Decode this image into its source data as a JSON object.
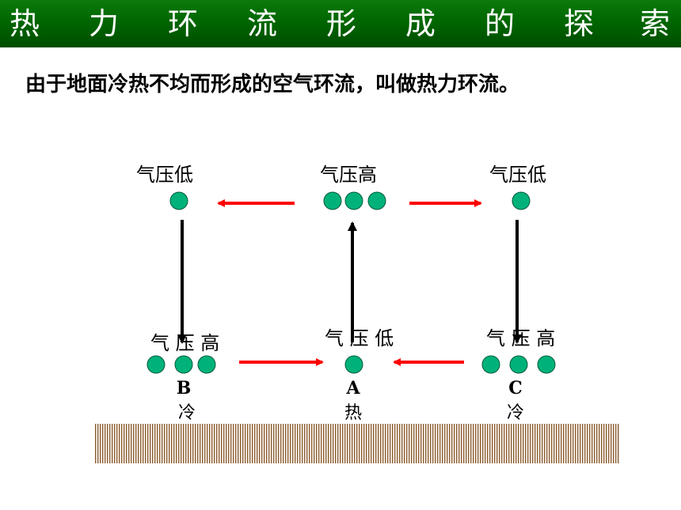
{
  "title": {
    "chars": [
      "热",
      "力",
      "环",
      "流",
      "形",
      "成",
      "的",
      "探",
      "索"
    ],
    "background": "#006400",
    "text_color": "#ffffff"
  },
  "definition": "由于地面冷热不均而形成的空气环流，叫做热力环流。",
  "upper_labels": {
    "left": "气压低",
    "center": "气压高",
    "right": "气压低"
  },
  "lower_labels": {
    "left": "气 压 高",
    "center": "气 压 低",
    "right": "气 压 高"
  },
  "points": [
    {
      "letter": "B",
      "temperature": "冷"
    },
    {
      "letter": "A",
      "temperature": "热"
    },
    {
      "letter": "C",
      "temperature": "冷"
    }
  ],
  "colors": {
    "molecule": "#00b27a",
    "horizontal_arrow": "#ff0000",
    "vertical_arrow": "#000000",
    "ground": "#8b5a2b"
  }
}
